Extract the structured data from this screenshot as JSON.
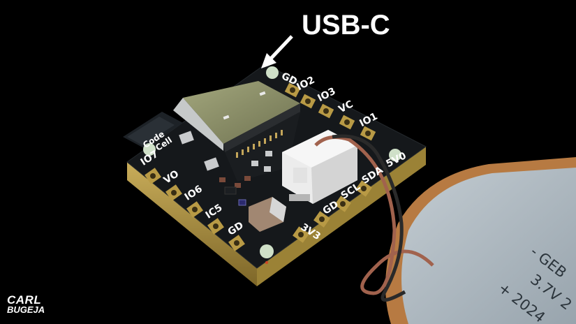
{
  "annotation": {
    "title": "USB-C",
    "arrow": "arrow-pointing-to-usb-c-port"
  },
  "board": {
    "logo_text_line1": "Code",
    "logo_text_line2": "Cell",
    "pins_top": [
      "GD",
      "IO2",
      "IO3",
      "VC",
      "IO1",
      "5V0"
    ],
    "pins_left": [
      "IO7",
      "VO",
      "IO6",
      "IC5",
      "GD"
    ],
    "pins_bottom": [
      "3V3",
      "GD",
      "SCL",
      "SDA"
    ],
    "colors": {
      "pcb": "#15181b",
      "gold": "#b89a45",
      "silkscreen": "#ffffff",
      "usb_shell": "#8c8f6a",
      "connector": "#eeeeee"
    }
  },
  "battery": {
    "line1": "- GEB",
    "line2": "3.7V  2",
    "line3": "+ 2024",
    "colors": {
      "body": "#aeb9c0",
      "wrap": "#b77a42"
    }
  },
  "wires": {
    "red": "#a1624d",
    "black": "#2a2a2a"
  },
  "watermark": {
    "line1": "CARL",
    "line2": "BUGEJA"
  }
}
